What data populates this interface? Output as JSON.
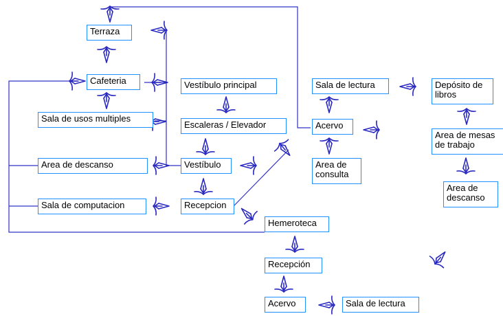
{
  "colors": {
    "box_border": "#1e90ff",
    "connector": "#3030c8",
    "arrow": "#2828c0",
    "text": "#000000"
  },
  "nodes": {
    "terraza": "Terraza",
    "cafeteria": "Cafeteria",
    "sala_usos": "Sala de usos multiples",
    "area_descanso_1": "Area de descanso",
    "sala_computacion": "Sala de computacion",
    "vestibulo_principal": "Vestíbulo principal",
    "escaleras": "Escaleras / Elevador",
    "vestibulo": "Vestíbulo",
    "recepcion_1": "Recepcion",
    "sala_lectura_1": "Sala de lectura",
    "acervo_1": "Acervo",
    "area_consulta": "Area de consulta",
    "deposito": "Depósito de libros",
    "area_mesas": "Area de mesas de trabajo",
    "area_descanso_2": "Area de descanso",
    "hemeroteca": "Hemeroteca",
    "recepcion_2": "Recepción",
    "acervo_2": "Acervo",
    "sala_lectura_2": "Sala de lectura"
  },
  "arrow_icon": "bird-arrow-icon"
}
